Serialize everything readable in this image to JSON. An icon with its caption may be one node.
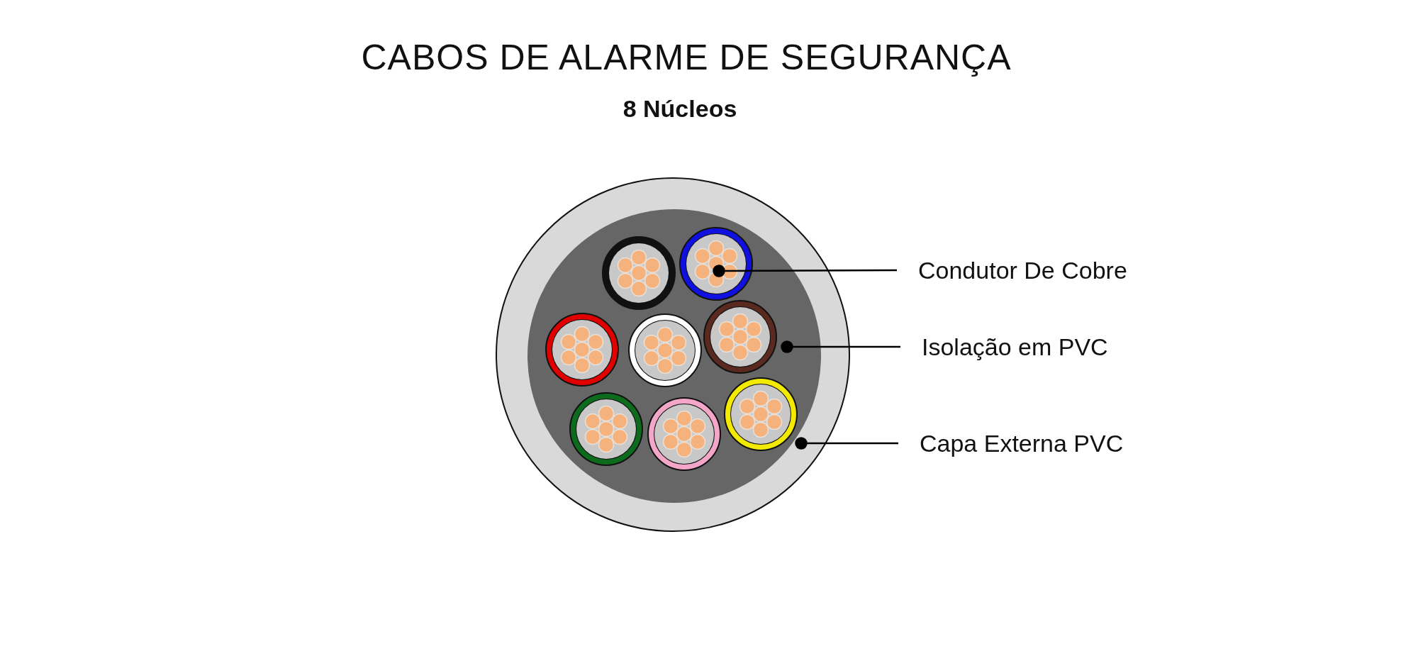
{
  "diagram": {
    "title": "CABOS DE ALARME DE SEGURANÇA",
    "nodes": [
      {
        "text": [
          "Condutor De Cobre"
        ]
      },
      {
        "text": [
          "Isolação em PVC"
        ]
      },
      {
        "text": [
          "Capa Externa PVC"
        ]
      },
      {
        "text": [],
        "shape": "circle",
        "in": 4
      },
      {
        "text": [],
        "shape": "circle",
        "in": 5
      },
      {
        "text": [],
        "shape": "circle"
      }
    ],
    "edges": [
      {
        "from": 0,
        "to": 3,
        "arrow": "other"
      },
      {
        "from": 1,
        "to": 4,
        "arrow": "other"
      },
      {
        "from": 2,
        "to": 5,
        "arrow": "other"
      }
    ],
    "labels": [
      "8 Núcleos"
    ]
  }
}
